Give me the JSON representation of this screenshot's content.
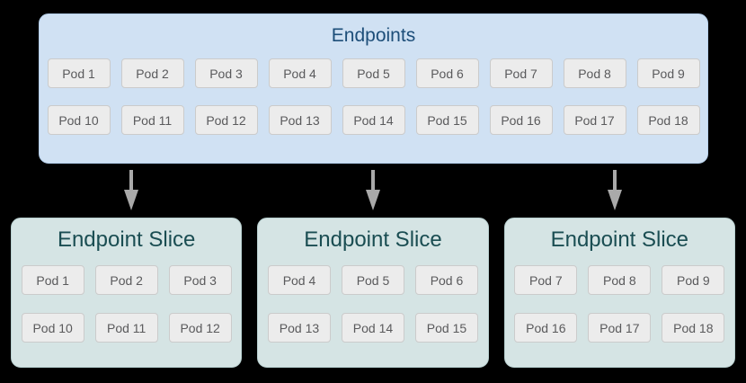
{
  "colors": {
    "background": "#000000",
    "endpoints_box_bg": "#d0e1f3",
    "endpoints_box_border": "#b5cfeb",
    "endpoints_title": "#1d4e79",
    "slice_box_bg": "#d5e4e4",
    "slice_box_border": "#b7cfcf",
    "slice_title": "#1a4d52",
    "pod_bg": "#ececec",
    "pod_border": "#cbcbcb",
    "pod_text": "#5a5a5c",
    "arrow": "#a9a9a9"
  },
  "endpoints": {
    "title": "Endpoints",
    "pod_rows": [
      [
        "Pod 1",
        "Pod 2",
        "Pod 3",
        "Pod 4",
        "Pod 5",
        "Pod 6",
        "Pod 7",
        "Pod 8",
        "Pod 9"
      ],
      [
        "Pod 10",
        "Pod 11",
        "Pod 12",
        "Pod 13",
        "Pod 14",
        "Pod 15",
        "Pod 16",
        "Pod 17",
        "Pod 18"
      ]
    ]
  },
  "slices": [
    {
      "title": "Endpoint Slice",
      "pod_rows": [
        [
          "Pod 1",
          "Pod 2",
          "Pod 3"
        ],
        [
          "Pod 10",
          "Pod 11",
          "Pod 12"
        ]
      ]
    },
    {
      "title": "Endpoint Slice",
      "pod_rows": [
        [
          "Pod 4",
          "Pod 5",
          "Pod 6"
        ],
        [
          "Pod 13",
          "Pod 14",
          "Pod 15"
        ]
      ]
    },
    {
      "title": "Endpoint Slice",
      "pod_rows": [
        [
          "Pod 7",
          "Pod 8",
          "Pod 9"
        ],
        [
          "Pod 16",
          "Pod 17",
          "Pod 18"
        ]
      ]
    }
  ],
  "arrows": {
    "count": 3,
    "icon": "arrow-down-icon"
  }
}
